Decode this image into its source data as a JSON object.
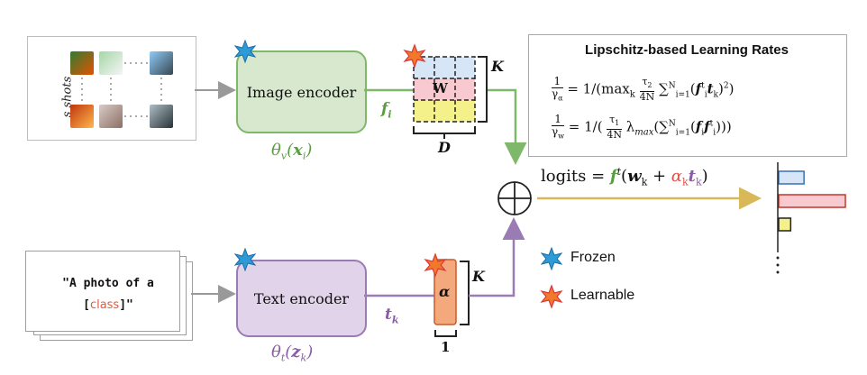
{
  "support": {
    "shots_label": "s shots"
  },
  "prompt": {
    "line1": "\"A photo of a",
    "line2_open": "[",
    "class_word": "class",
    "line2_close": "]\""
  },
  "encoders": {
    "image_label": "Image encoder",
    "text_label": "Text encoder",
    "image_param": "θv(xi)",
    "text_param": "θt(zk)"
  },
  "features": {
    "image_feature": "fi",
    "text_feature": "tk"
  },
  "weights": {
    "W_label": "W",
    "K_label": "K",
    "D_label": "D",
    "alpha_label": "α",
    "K2_label": "K",
    "one_label": "1"
  },
  "lipschitz": {
    "title": "Lipschitz-based Learning Rates"
  },
  "logits": {
    "text": "logits = f t(wk + αktk)"
  },
  "legend": {
    "frozen": "Frozen",
    "learnable": "Learnable"
  },
  "colors": {
    "green": "#5a9e3f",
    "purple": "#8a5ca8",
    "arrow_gold": "#d9b85a",
    "red": "#e0504a",
    "bar_blue": "#d6e6f7",
    "bar_pink": "#f8c9cf",
    "bar_yellow": "#f4f08a"
  },
  "bars": {
    "values": [
      0.38,
      1.0,
      0.18
    ],
    "order": [
      "blue",
      "pink",
      "yellow"
    ]
  }
}
